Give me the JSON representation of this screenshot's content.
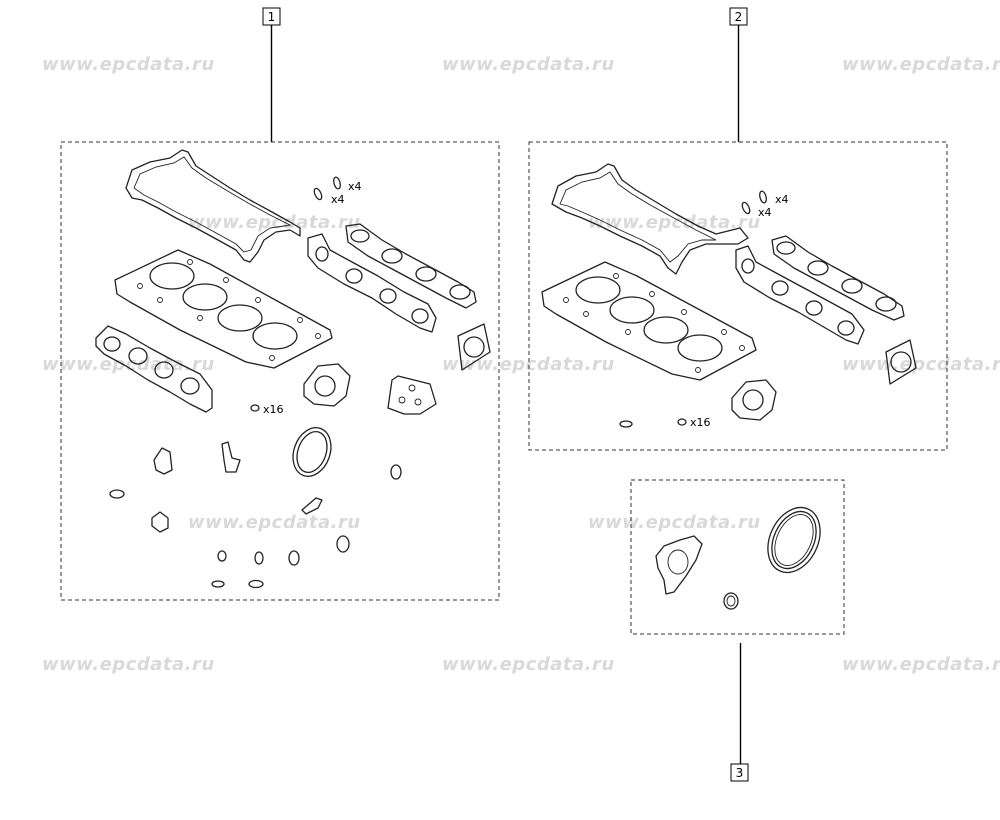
{
  "watermark": "www.epcdata.ru",
  "callouts": [
    {
      "number": "1"
    },
    {
      "number": "2"
    },
    {
      "number": "3"
    }
  ],
  "quantity_labels": {
    "kit1_valve_seal_a": "x4",
    "kit1_valve_seal_b": "x4",
    "kit1_bolt_seal": "x16",
    "kit2_valve_seal_a": "x4",
    "kit2_valve_seal_b": "x4",
    "kit2_bolt_seal": "x16"
  }
}
